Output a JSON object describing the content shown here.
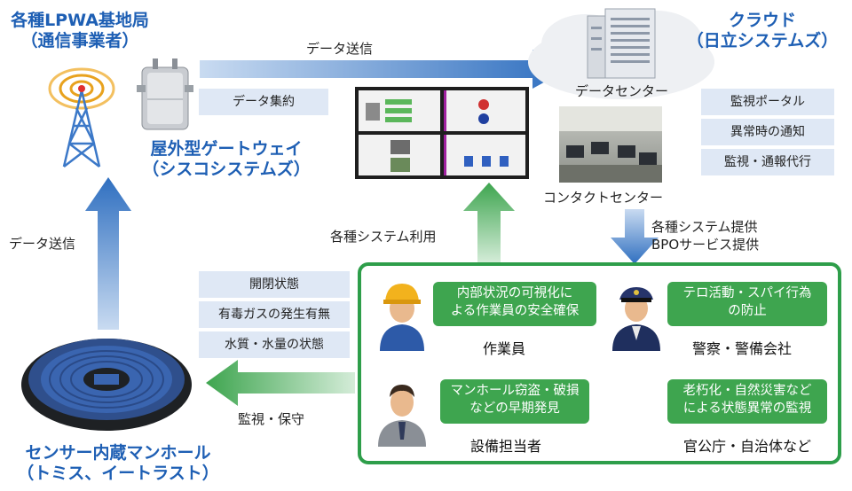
{
  "lpwa": {
    "line1": "各種LPWA基地局",
    "line2": "（通信事業者）"
  },
  "cloud": {
    "line1": "クラウド",
    "line2": "（日立システムズ）"
  },
  "gateway": {
    "line1": "屋外型ゲートウェイ",
    "line2": "（シスコシステムズ）"
  },
  "manhole": {
    "line1": "センサー内蔵マンホール",
    "line2": "（トミス、イートラスト）"
  },
  "labels": {
    "data_send_top": "データ送信",
    "data_aggregate": "データ集約",
    "data_center": "データセンター",
    "contact_center": "コンタクトセンター",
    "data_send_left": "データ送信",
    "system_use": "各種システム利用",
    "provide_line1": "各種システム提供",
    "provide_line2": "BPOサービス提供",
    "monitor_maintain": "監視・保守"
  },
  "cloud_services": [
    "監視ポータル",
    "異常時の通知",
    "監視・通報代行"
  ],
  "manhole_states": [
    "開閉状態",
    "有毒ガスの発生有無",
    "水質・水量の状態"
  ],
  "use_cases": [
    {
      "role": "作業員",
      "text1": "内部状況の可視化に",
      "text2": "よる作業員の安全確保"
    },
    {
      "role": "警察・警備会社",
      "text1": "テロ活動・スパイ行為",
      "text2": "の防止"
    },
    {
      "role": "設備担当者",
      "text1": "マンホール窃盗・破損",
      "text2": "などの早期発見"
    },
    {
      "role": "官公庁・自治体など",
      "text1": "老朽化・自然災害など",
      "text2": "による状態異常の監視"
    }
  ],
  "colors": {
    "title_blue": "#1e5fb4",
    "arrow_blue": "#2f6fc0",
    "arrow_green": "#3ea54f",
    "pill_bg": "#dfe8f5"
  }
}
